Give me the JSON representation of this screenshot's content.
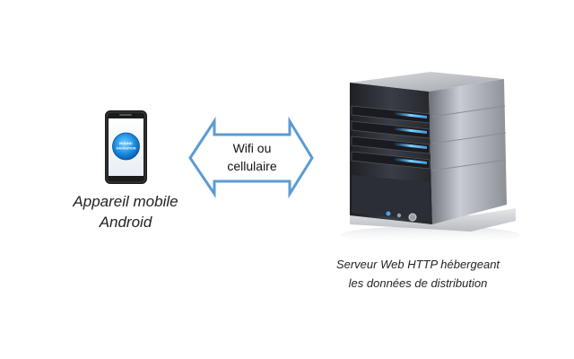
{
  "phone": {
    "screen_text_line1": "BOUND",
    "screen_text_line2": "NAVIGATION",
    "label_line1": "Appareil mobile",
    "label_line2": "Android"
  },
  "connection": {
    "label_line1": "Wifi ou",
    "label_line2": "cellulaire"
  },
  "server": {
    "label_line1": "Serveur Web HTTP hébergeant",
    "label_line2": "les données de distribution"
  },
  "colors": {
    "arrow_fill": "#ffffff",
    "arrow_stroke": "#5b9bd5",
    "led_blue": "#3fa9ff",
    "server_body": "#2b2d33",
    "phone_body": "#1b1b1b"
  }
}
